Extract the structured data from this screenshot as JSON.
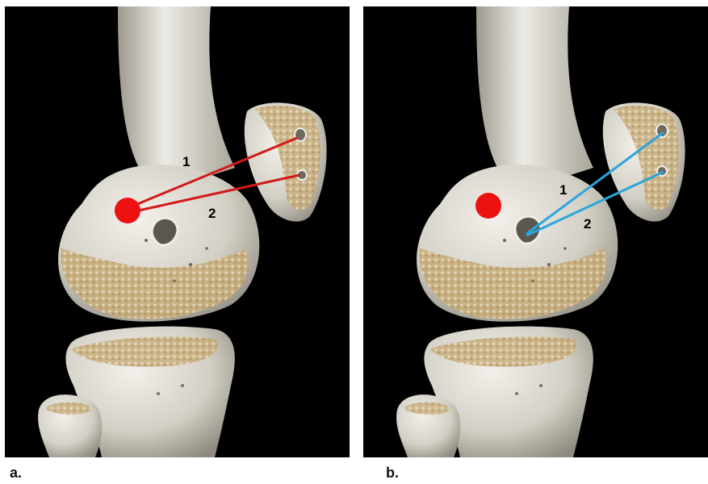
{
  "panels": [
    {
      "caption": "a.",
      "tunnel_labels": [
        "1",
        "2"
      ],
      "tunnel_color": "#d21a1a",
      "marker_color": "#ee1111"
    },
    {
      "caption": "b.",
      "tunnel_labels": [
        "1",
        "2"
      ],
      "tunnel_color": "#2aa6dc",
      "marker_color": "#ee1111"
    }
  ],
  "colors": {
    "background": "#000000",
    "bone": "#dcd9cf",
    "cancellous_bone": "#c9ae7c"
  }
}
